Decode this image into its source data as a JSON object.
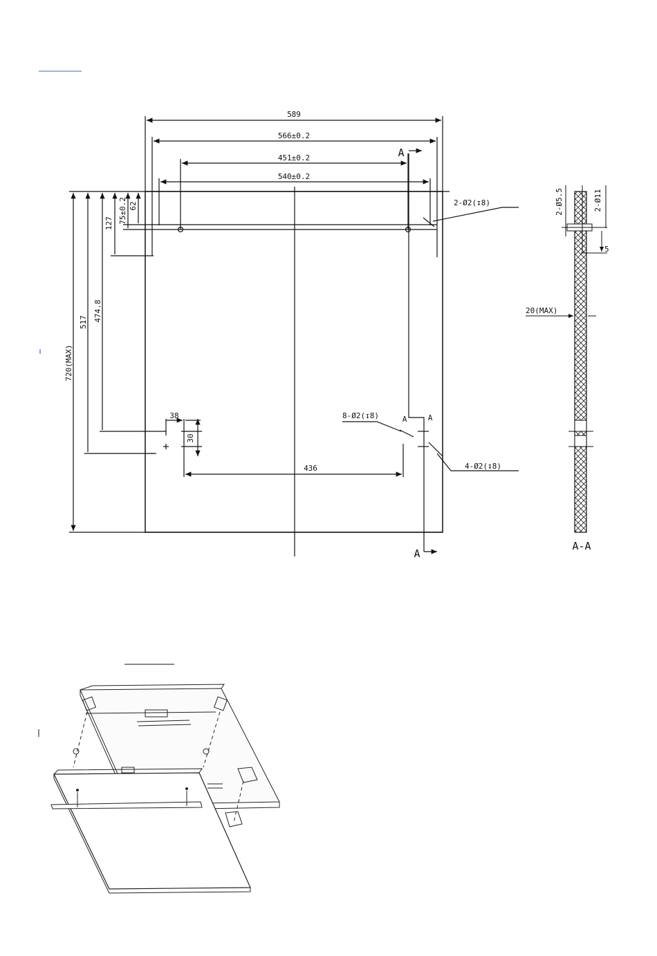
{
  "front_view": {
    "dimensions": {
      "overall_width": "589",
      "width_566": "566±0.2",
      "width_451": "451±0.2",
      "width_540": "540±0.2",
      "height_max": "720(MAX)",
      "height_517": "517",
      "height_474": "474.8",
      "height_127": "127",
      "height_75": "75±0.2",
      "height_62": "62",
      "offset_38": "38",
      "offset_30": "30",
      "span_436": "436"
    },
    "hole_callouts": {
      "top_holes": "2-Ø2(↧8)",
      "bottom_holes": "8-Ø2(↧8)",
      "right_holes": "4-Ø2(↧8)"
    },
    "section_marks": {
      "top": "A",
      "bottom": "A",
      "mid_left": "A",
      "mid_right": "A"
    }
  },
  "section_view": {
    "title": "A-A",
    "dimensions": {
      "hole_a": "2-Ø5.5",
      "hole_b": "2-Ø11",
      "depth": "5",
      "thickness": "20(MAX)"
    }
  },
  "isometric_view": {
    "description_visible": false
  }
}
